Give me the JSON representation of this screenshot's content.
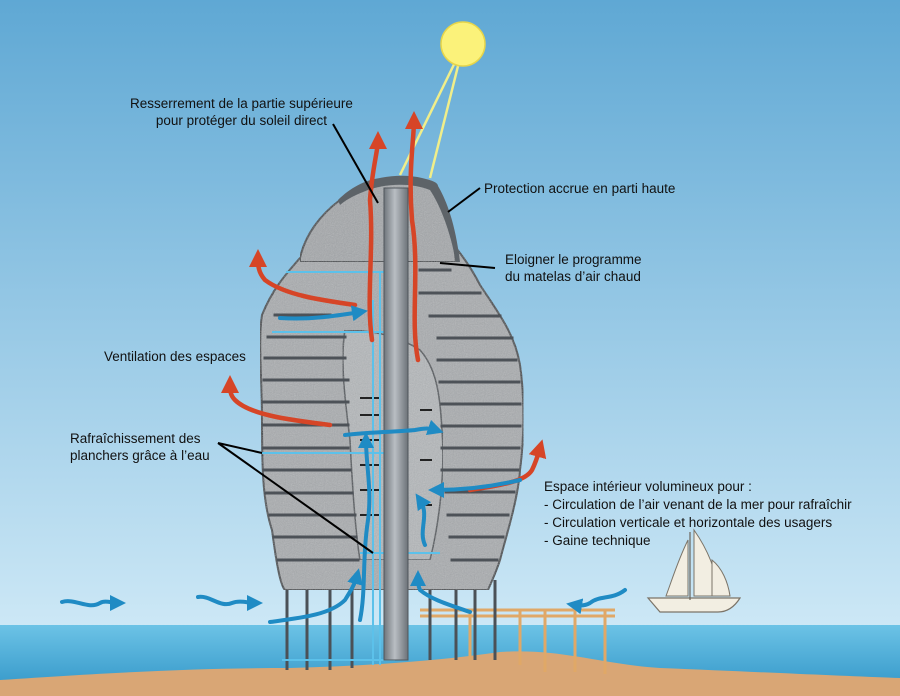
{
  "colors": {
    "sky_top": "#5fa8d4",
    "sky_bottom": "#c4e3f4",
    "sea": "#4aaed9",
    "sand": "#d9a675",
    "stone": "#a9acaf",
    "roof": "#5d6368",
    "pole": "#8e949a",
    "hot_air": "#d64527",
    "cool_air": "#1f8bc4",
    "sun": "#fbf27a",
    "sun_ray": "#f0ee8a",
    "jetty": "#e0a867"
  },
  "labels": {
    "top_narrowing": [
      "Resserrement de la partie supérieure",
      "pour protéger du soleil direct"
    ],
    "top_protection": "Protection accrue en parti haute",
    "program_away": [
      "Eloigner le programme",
      "du matelas d’air chaud"
    ],
    "ventilation": "Ventilation des espaces",
    "floor_cooling": [
      "Rafraîchissement des",
      "planchers grâce à l’eau"
    ],
    "interior_space": [
      "Espace intérieur volumineux pour :",
      "- Circulation de l’air venant de la mer pour rafraîchir",
      "- Circulation verticale et horizontale des usagers",
      "- Gaine technique"
    ]
  },
  "icons": [
    "sun-icon",
    "sailboat-icon",
    "hot-air-arrow-icon",
    "cool-air-arrow-icon"
  ]
}
